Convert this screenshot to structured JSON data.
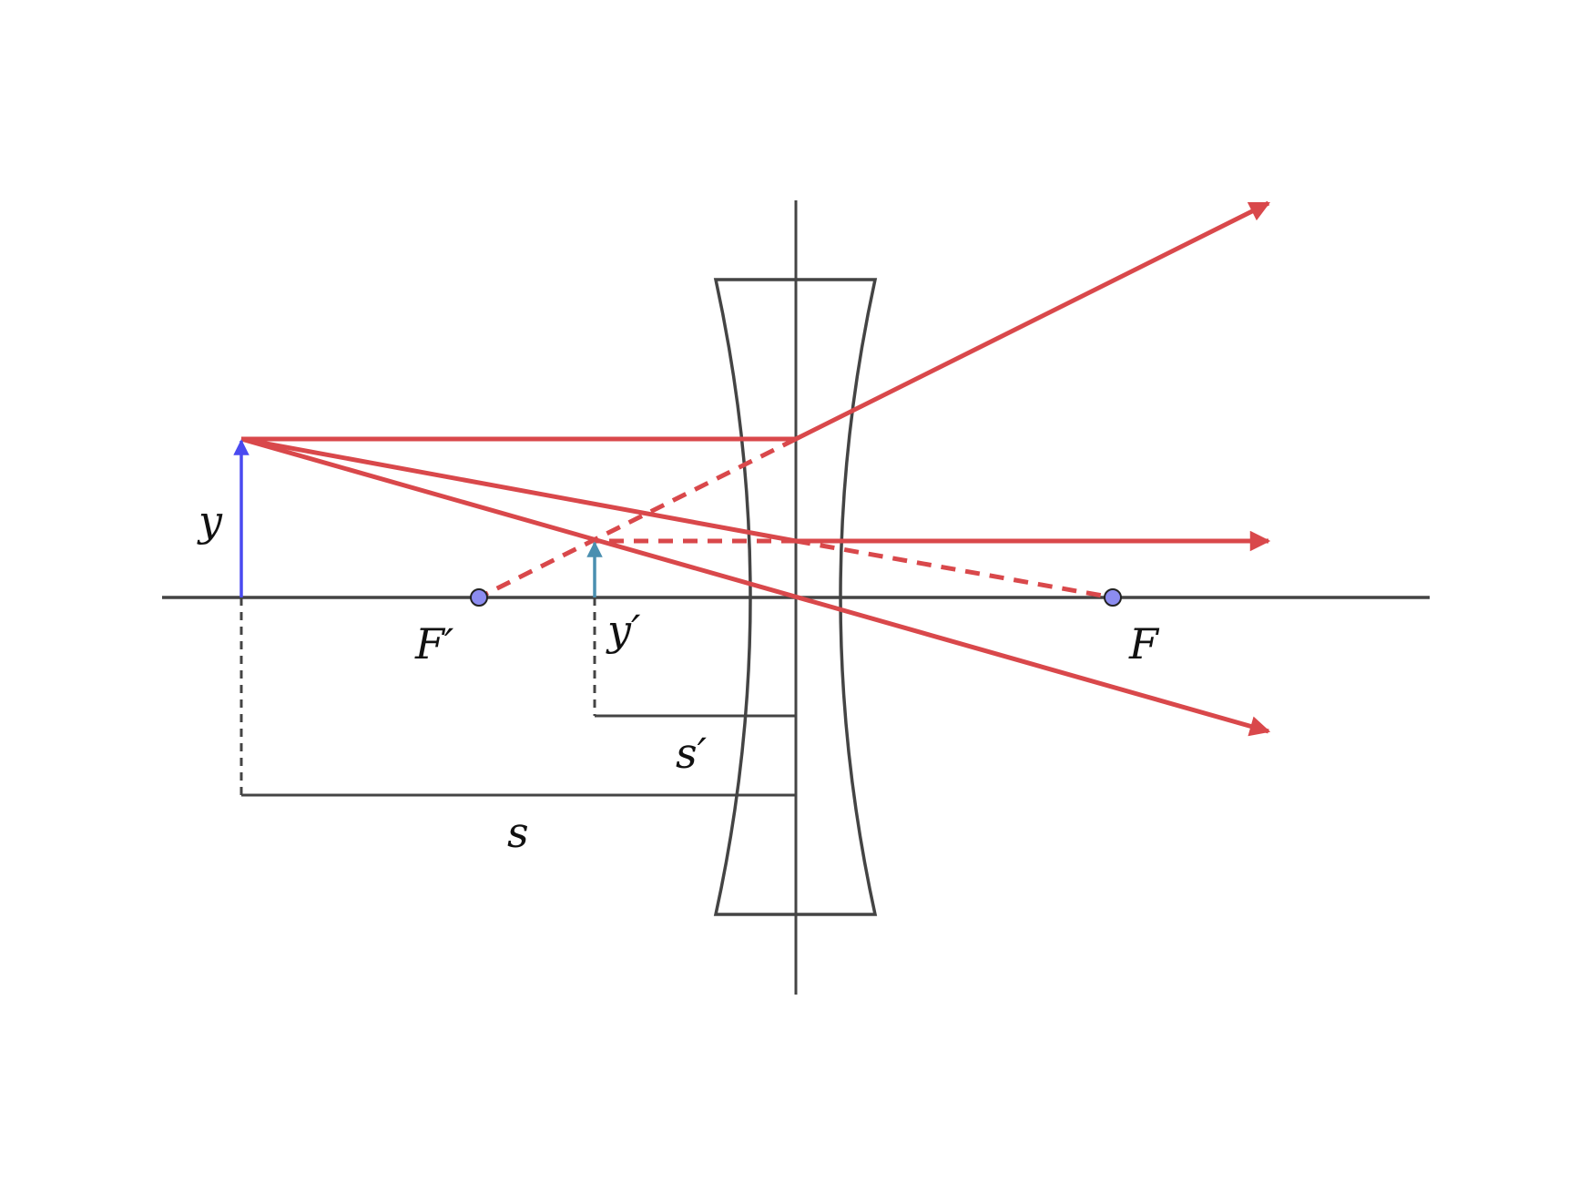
{
  "colors": {
    "ray": "#d9484b",
    "object": "#4a4af0",
    "image": "#4a8fb0",
    "lens": "#444444",
    "axis": "#444444",
    "focal_fill": "#8c8cf0",
    "background": "#ffffff"
  },
  "labels": {
    "object_height": "y",
    "image_height": "y′",
    "object_distance": "s",
    "image_distance": "s′",
    "focal_front": "F′",
    "focal_back": "F"
  }
}
